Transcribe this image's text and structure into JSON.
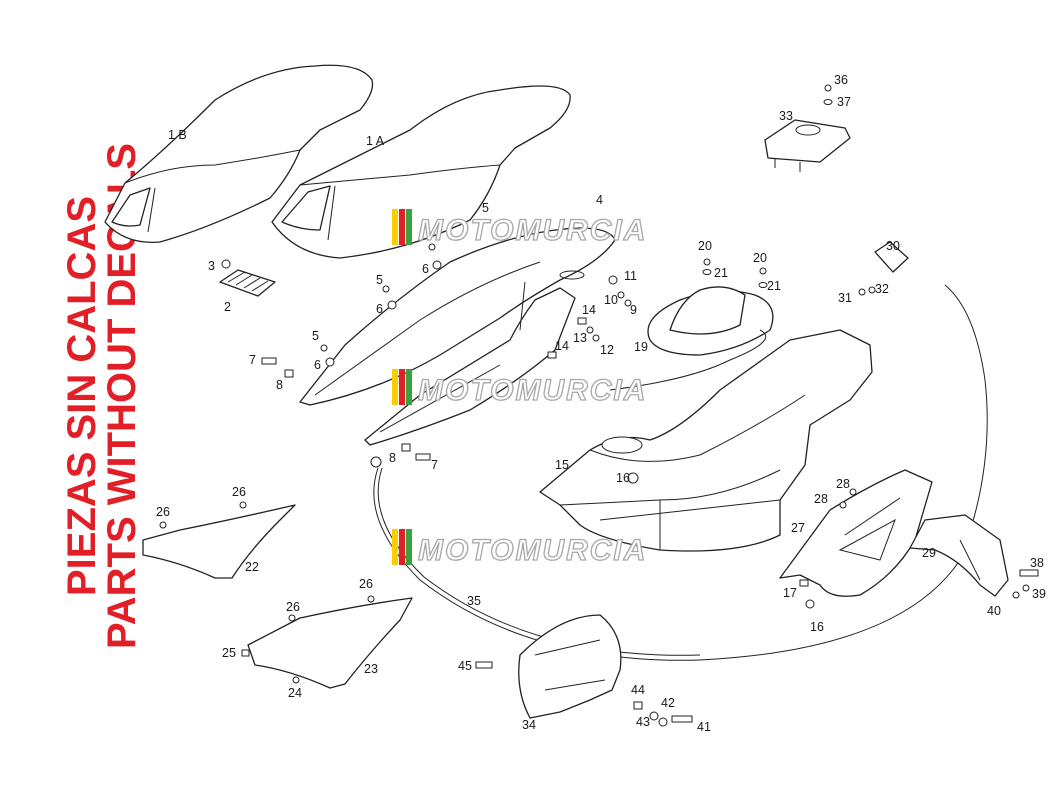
{
  "heading": {
    "line_1": "PIEZAS SIN CALCAS",
    "line_2": "PARTS WITHOUT DECALS",
    "color": "#e21f26"
  },
  "watermark": {
    "text": "MOTOMURCIA",
    "stripe_colors": [
      "#ffcc00",
      "#e21f26",
      "#3aa23a"
    ]
  },
  "callouts": [
    "1 B",
    "1 A",
    "2",
    "3",
    "4",
    "5",
    "5",
    "5",
    "6",
    "6",
    "6",
    "7",
    "7",
    "8",
    "8",
    "9",
    "10",
    "11",
    "12",
    "13",
    "14",
    "14",
    "15",
    "16",
    "16",
    "17",
    "19",
    "20",
    "20",
    "21",
    "21",
    "22",
    "23",
    "24",
    "25",
    "26",
    "26",
    "26",
    "26",
    "27",
    "28",
    "28",
    "29",
    "30",
    "31",
    "32",
    "33",
    "34",
    "35",
    "36",
    "37",
    "38",
    "39",
    "40",
    "41",
    "42",
    "43",
    "44",
    "45"
  ]
}
